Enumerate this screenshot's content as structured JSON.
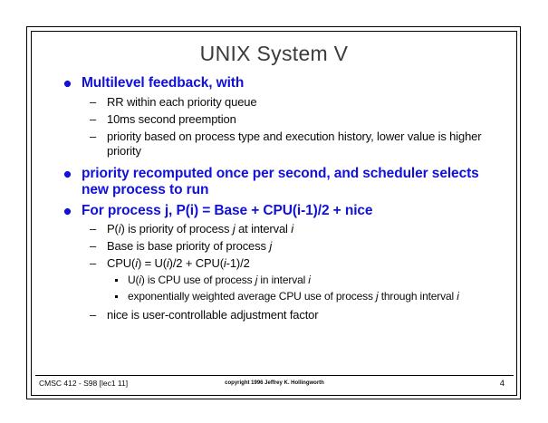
{
  "slide": {
    "title": "UNIX System V",
    "page_number": "4",
    "title_color": "#3b3b3b",
    "bullet_color": "#1111d8",
    "text_color": "#0a0a0a",
    "background": "#ffffff",
    "border_color": "#000000"
  },
  "content": {
    "b1": {
      "text": "Multilevel feedback, with",
      "subs": [
        {
          "text": "RR within each priority queue"
        },
        {
          "text": "10ms second preemption"
        },
        {
          "text": "priority based on process type and execution history, lower value is higher priority"
        }
      ]
    },
    "b2": {
      "text": "priority recomputed once per second, and scheduler selects new process to run"
    },
    "b3": {
      "text_plain": "For process j, P(i) = Base + CPU(i-1)/2 + nice",
      "part_a": "For process j, P(i) ",
      "part_b": "= Base + CPU(i-1)/2 + nice",
      "subs": [
        {
          "plain": "P(i) is priority of process j at interval i",
          "p1": "P(",
          "i1": "i",
          "p2": ") is priority of process ",
          "i2": "j",
          "p3": " at interval ",
          "i3": "i"
        },
        {
          "plain": "Base is base priority of process j",
          "p1": "Base is base priority of process ",
          "i1": "j"
        },
        {
          "plain": "CPU(i) = U(i)/2 + CPU(i-1)/2",
          "p1": "CPU(",
          "i1": "i",
          "p2": ") = U(",
          "i2": "i",
          "p3": ")/2 + CPU(",
          "i3": "i",
          "p4": "-1)/2",
          "dots": [
            {
              "plain": "U(i) is CPU use of process j in interval i",
              "p1": "U(",
              "i1": "i",
              "p2": ") is CPU use of process ",
              "i2": "j",
              "p3": " in interval ",
              "i3": "i"
            },
            {
              "plain": "exponentially weighted average CPU use of process j through interval i",
              "p1": "exponentially weighted average CPU use of process ",
              "i1": "j",
              "p2": " through interval ",
              "i2": "i"
            }
          ]
        },
        {
          "plain": "nice is user-controllable adjustment factor"
        }
      ]
    }
  },
  "footer": {
    "course": "CMSC 412 - S98  [lec1 11]",
    "copyright": "copyright 1996 Jeffrey K. Hollingworth",
    "page": "4"
  }
}
